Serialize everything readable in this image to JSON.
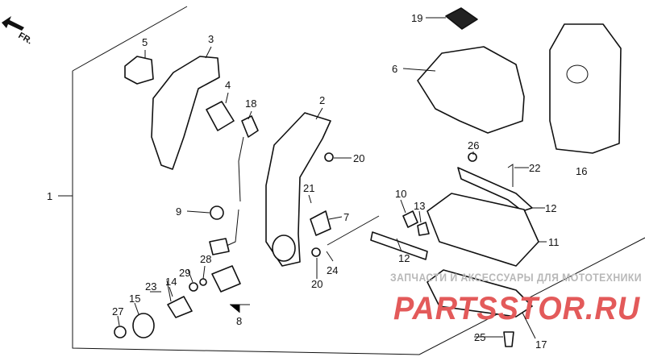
{
  "diagram": {
    "direction_label": "FR.",
    "callouts": {
      "p1": "1",
      "p2": "2",
      "p3": "3",
      "p4": "4",
      "p5": "5",
      "p6": "6",
      "p7": "7",
      "p8": "8",
      "p9": "9",
      "p10": "10",
      "p11": "11",
      "p12a": "12",
      "p12b": "12",
      "p13": "13",
      "p14": "14",
      "p15": "15",
      "p16": "16",
      "p17": "17",
      "p18": "18",
      "p19": "19",
      "p20a": "20",
      "p20b": "20",
      "p21": "21",
      "p22": "22",
      "p23": "23",
      "p24": "24",
      "p25": "25",
      "p26": "26",
      "p27": "27",
      "p28": "28",
      "p29": "29"
    }
  },
  "watermark": {
    "tagline": "ЗАПЧАСТИ И АКСЕССУАРЫ ДЛЯ МОТОТЕХНИКИ",
    "brand": "PARTSSTOR.RU"
  }
}
